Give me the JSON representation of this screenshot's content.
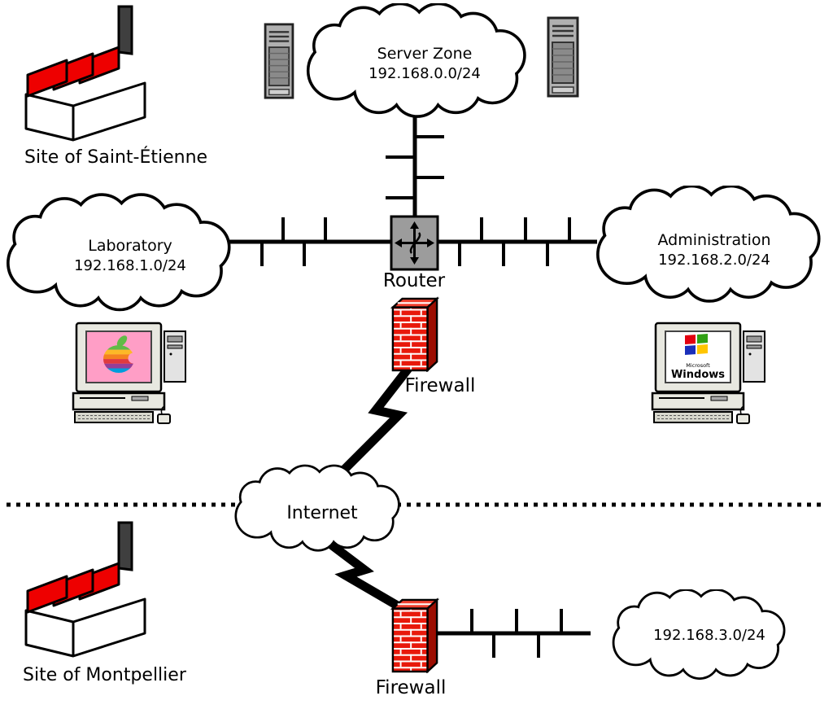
{
  "sites": {
    "saint_etienne": {
      "label": "Site of Saint-Étienne"
    },
    "montpellier": {
      "label": "Site of Montpellier"
    }
  },
  "networks": {
    "server_zone": {
      "name": "Server Zone",
      "subnet": "192.168.0.0/24"
    },
    "laboratory": {
      "name": "Laboratory",
      "subnet": "192.168.1.0/24"
    },
    "administration": {
      "name": "Administration",
      "subnet": "192.168.2.0/24"
    },
    "internet": {
      "name": "Internet"
    },
    "montpellier_lan": {
      "subnet": "192.168.3.0/24"
    }
  },
  "devices": {
    "router": {
      "label": "Router"
    },
    "firewall_top": {
      "label": "Firewall"
    },
    "firewall_bottom": {
      "label": "Firewall"
    },
    "windows_pc": {
      "brand_small": "Microsoft",
      "brand": "Windows"
    }
  },
  "icons": {
    "factory": "factory-icon",
    "server_tower": "server-tower-icon",
    "cloud": "network-cloud-icon",
    "router": "router-arrows-icon",
    "firewall": "firewall-brick-icon",
    "lightning": "lightning-bolt-icon",
    "mac": "mac-computer-icon",
    "windows": "windows-computer-icon"
  },
  "colors": {
    "factory_red": "#ee0000",
    "firewall_brick": "#e8190b",
    "firewall_side": "#9c0e02",
    "firewall_top_face": "#f0402f",
    "router_gray": "#9c9c9c",
    "mac_screen_pink": "#ff9ec6",
    "line": "#000000"
  }
}
